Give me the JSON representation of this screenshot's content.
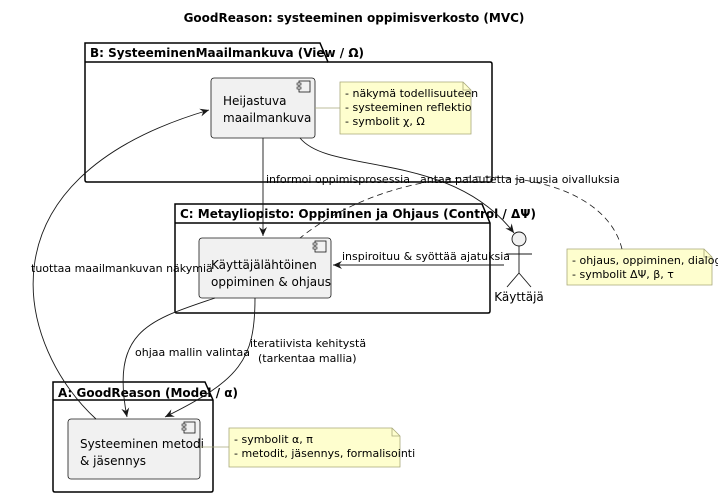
{
  "title": "GoodReason: systeeminen oppimisverkosto (MVC)",
  "packages": {
    "view": {
      "title": "B: SysteeminenMaailmankuva (View / Ω)"
    },
    "control": {
      "title": "C: Metayliopisto: Oppiminen ja Ohjaus (Control / ΔΨ)"
    },
    "model": {
      "title": "A: GoodReason (Model / α)"
    }
  },
  "components": {
    "heijastuva": {
      "line1": "Heijastuva",
      "line2": "maailmankuva",
      "icon": "component-icon"
    },
    "kayttaja_oppiminen": {
      "line1": "Käyttäjälähtöinen",
      "line2": "oppiminen & ohjaus",
      "icon": "component-icon"
    },
    "metodi": {
      "line1": "Systeeminen metodi",
      "line2": "& jäsennys",
      "icon": "component-icon"
    }
  },
  "actor": {
    "label": "Käyttäjä",
    "icon": "stick-figure-icon"
  },
  "edges": {
    "informoi": "informoi oppimisprosessia",
    "antaa": "antaa palautetta ja uusia oivalluksia",
    "tuottaa": "tuottaa maailmankuvan näkymiä",
    "inspiroituu": "inspiroituu & syöttää ajatuksia",
    "ohjaa": "ohjaa mallin valintaa",
    "iteratiivista_1": "iteratiivista kehitystä",
    "iteratiivista_2": "(tarkentaa mallia)"
  },
  "notes": {
    "view": [
      "- näkymä todellisuuteen",
      "- systeeminen reflektio",
      "- symbolit χ, Ω"
    ],
    "control": [
      "- ohjaus, oppiminen, dialogi",
      "- symbolit ΔΨ, β, τ"
    ],
    "model": [
      "- symbolit α, π",
      "- metodit, jäsennys, formalisointi"
    ]
  },
  "colors": {
    "component_fill": "#f1f1f1",
    "component_stroke": "#181818",
    "note_fill": "#fefece",
    "note_stroke": "#a8a87a",
    "package_stroke": "#000000"
  }
}
